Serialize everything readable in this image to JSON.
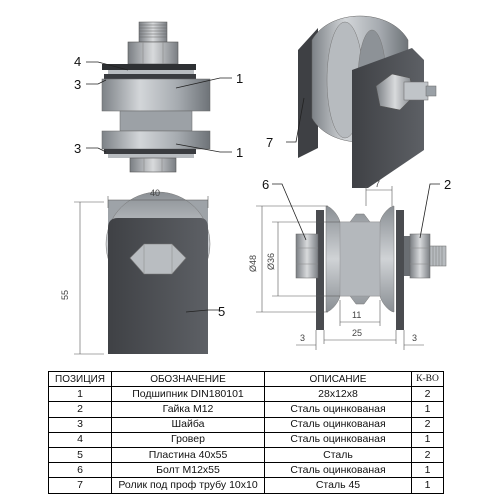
{
  "callouts": {
    "n1a": "1",
    "n1b": "1",
    "n2": "2",
    "n3a": "3",
    "n3b": "3",
    "n4": "4",
    "n5": "5",
    "n6": "6",
    "n7": "7"
  },
  "dimensions": {
    "width_40": "40",
    "height_55": "55",
    "dia_48": "Ø48",
    "dia_36": "Ø36",
    "d7": "7",
    "d11": "11",
    "d25": "25",
    "d3_left": "3",
    "d3_right": "3"
  },
  "table": {
    "headers": [
      "ПОЗИЦИЯ",
      "ОБОЗНАЧЕНИЕ",
      "ОПИСАНИЕ",
      "К-ВО"
    ],
    "rows": [
      [
        "1",
        "Подшипник DIN180101",
        "28x12x8",
        "2"
      ],
      [
        "2",
        "Гайка М12",
        "Сталь оцинкованая",
        "1"
      ],
      [
        "3",
        "Шайба",
        "Сталь оцинкованая",
        "2"
      ],
      [
        "4",
        "Гровер",
        "Сталь оцинкованая",
        "1"
      ],
      [
        "5",
        "Пластина 40x55",
        "Сталь",
        "2"
      ],
      [
        "6",
        "Болт М12x55",
        "Сталь оцинкованая",
        "1"
      ],
      [
        "7",
        "Ролик под проф трубу 10x10",
        "Сталь 45",
        "1"
      ]
    ]
  },
  "colors": {
    "steel_light": "#c9cdd1",
    "steel_mid": "#9aa0a6",
    "plate_dark": "#4e5054",
    "line": "#222222"
  }
}
